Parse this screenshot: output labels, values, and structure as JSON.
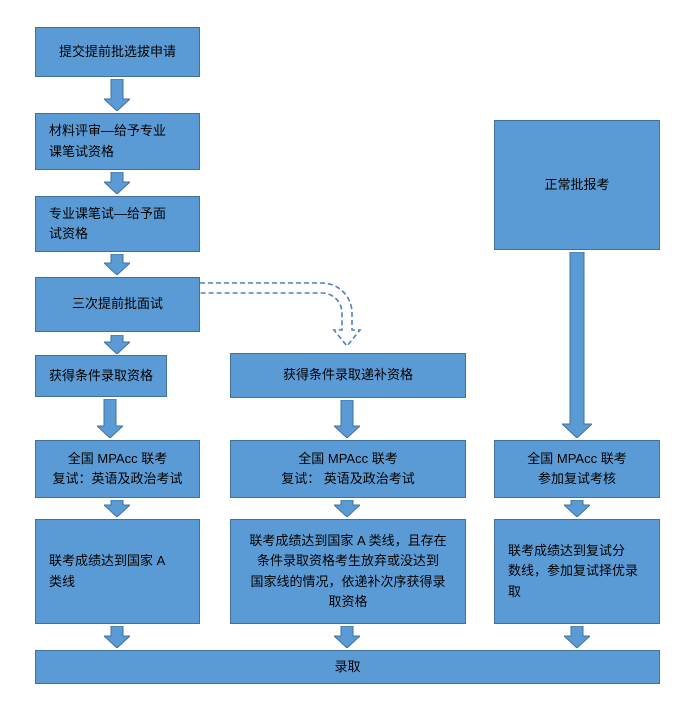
{
  "colors": {
    "node_fill": "#5B9BD5",
    "node_border": "#41719C",
    "arrow_fill": "#5B9BD5",
    "arrow_border": "#41719C",
    "dashed_arrow": "#4F81BD"
  },
  "flowchart": {
    "left": {
      "step1": {
        "label": "提交提前批选拔申请"
      },
      "step2": {
        "label": "材料评审—给予专业\n课笔试资格"
      },
      "step3": {
        "label": "专业课笔试—给予面\n试资格"
      },
      "step4": {
        "label": "三次提前批面试"
      },
      "step5": {
        "label": "获得条件录取资格"
      },
      "step6": {
        "label": "全国 MPAcc 联考\n复试：英语及政治考试"
      },
      "step7": {
        "label": "联考成绩达到国家 A\n类线"
      }
    },
    "middle": {
      "step1": {
        "label": "获得条件录取递补资格"
      },
      "step2": {
        "label": "全国 MPAcc 联考\n复试： 英语及政治考试"
      },
      "step3": {
        "label": "联考成绩达到国家 A 类线，且存在\n条件录取资格考生放弃或没达到\n国家线的情况，依递补次序获得录\n取资格"
      }
    },
    "right": {
      "step1": {
        "label": "正常批报考"
      },
      "step2": {
        "label": "全国 MPAcc 联考\n参加复试考核"
      },
      "step3": {
        "label": "联考成绩达到复试分\n数线，参加复试择优录\n取"
      }
    },
    "final": {
      "label": "录取"
    }
  }
}
